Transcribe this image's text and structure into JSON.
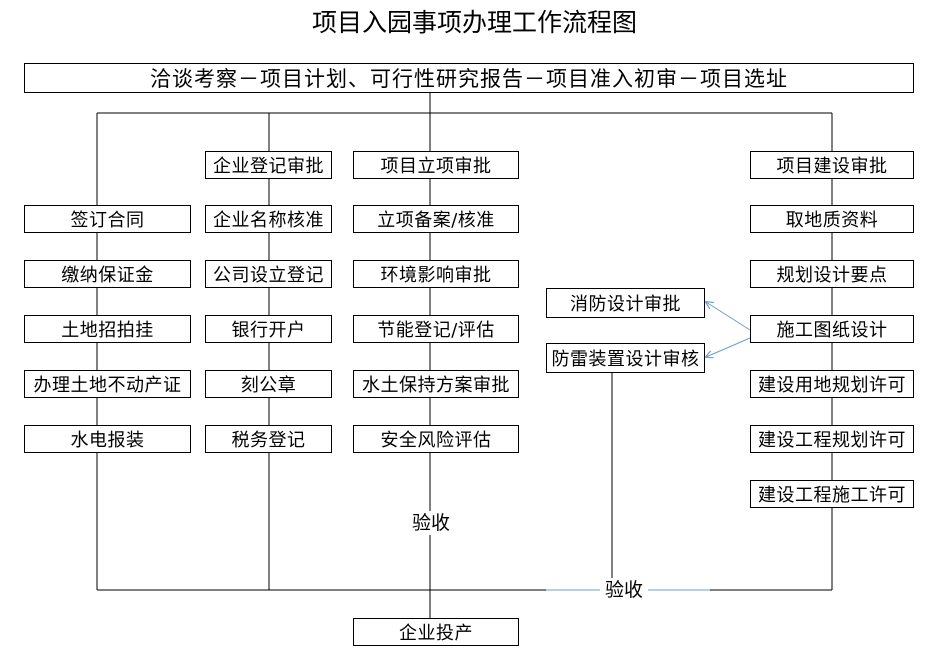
{
  "title": "项目入园事项办理工作流程图",
  "top_step": "洽谈考察－项目计划、可行性研究报告－项目准入初审－项目选址",
  "column1": [
    "签订合同",
    "缴纳保证金",
    "土地招拍挂",
    "办理土地不动产证",
    "水电报装"
  ],
  "column2": [
    "企业登记审批",
    "企业名称核准",
    "公司设立登记",
    "银行开户",
    "刻公章",
    "税务登记"
  ],
  "column3": [
    "项目立项审批",
    "立项备案/核准",
    "环境影响审批",
    "节能登记/评估",
    "水土保持方案审批",
    "安全风险评估"
  ],
  "column3_end_label": "验收",
  "side": [
    "消防设计审批",
    "防雷装置设计审核"
  ],
  "column4": [
    "项目建设审批",
    "取地质资料",
    "规划设计要点",
    "施工图纸设计",
    "建设用地规划许可",
    "建设工程规划许可",
    "建设工程施工许可"
  ],
  "bottom_label": "验收",
  "final_step": "企业投产",
  "colors": {
    "line": "#000000",
    "arrow": "#6a9fd0"
  }
}
